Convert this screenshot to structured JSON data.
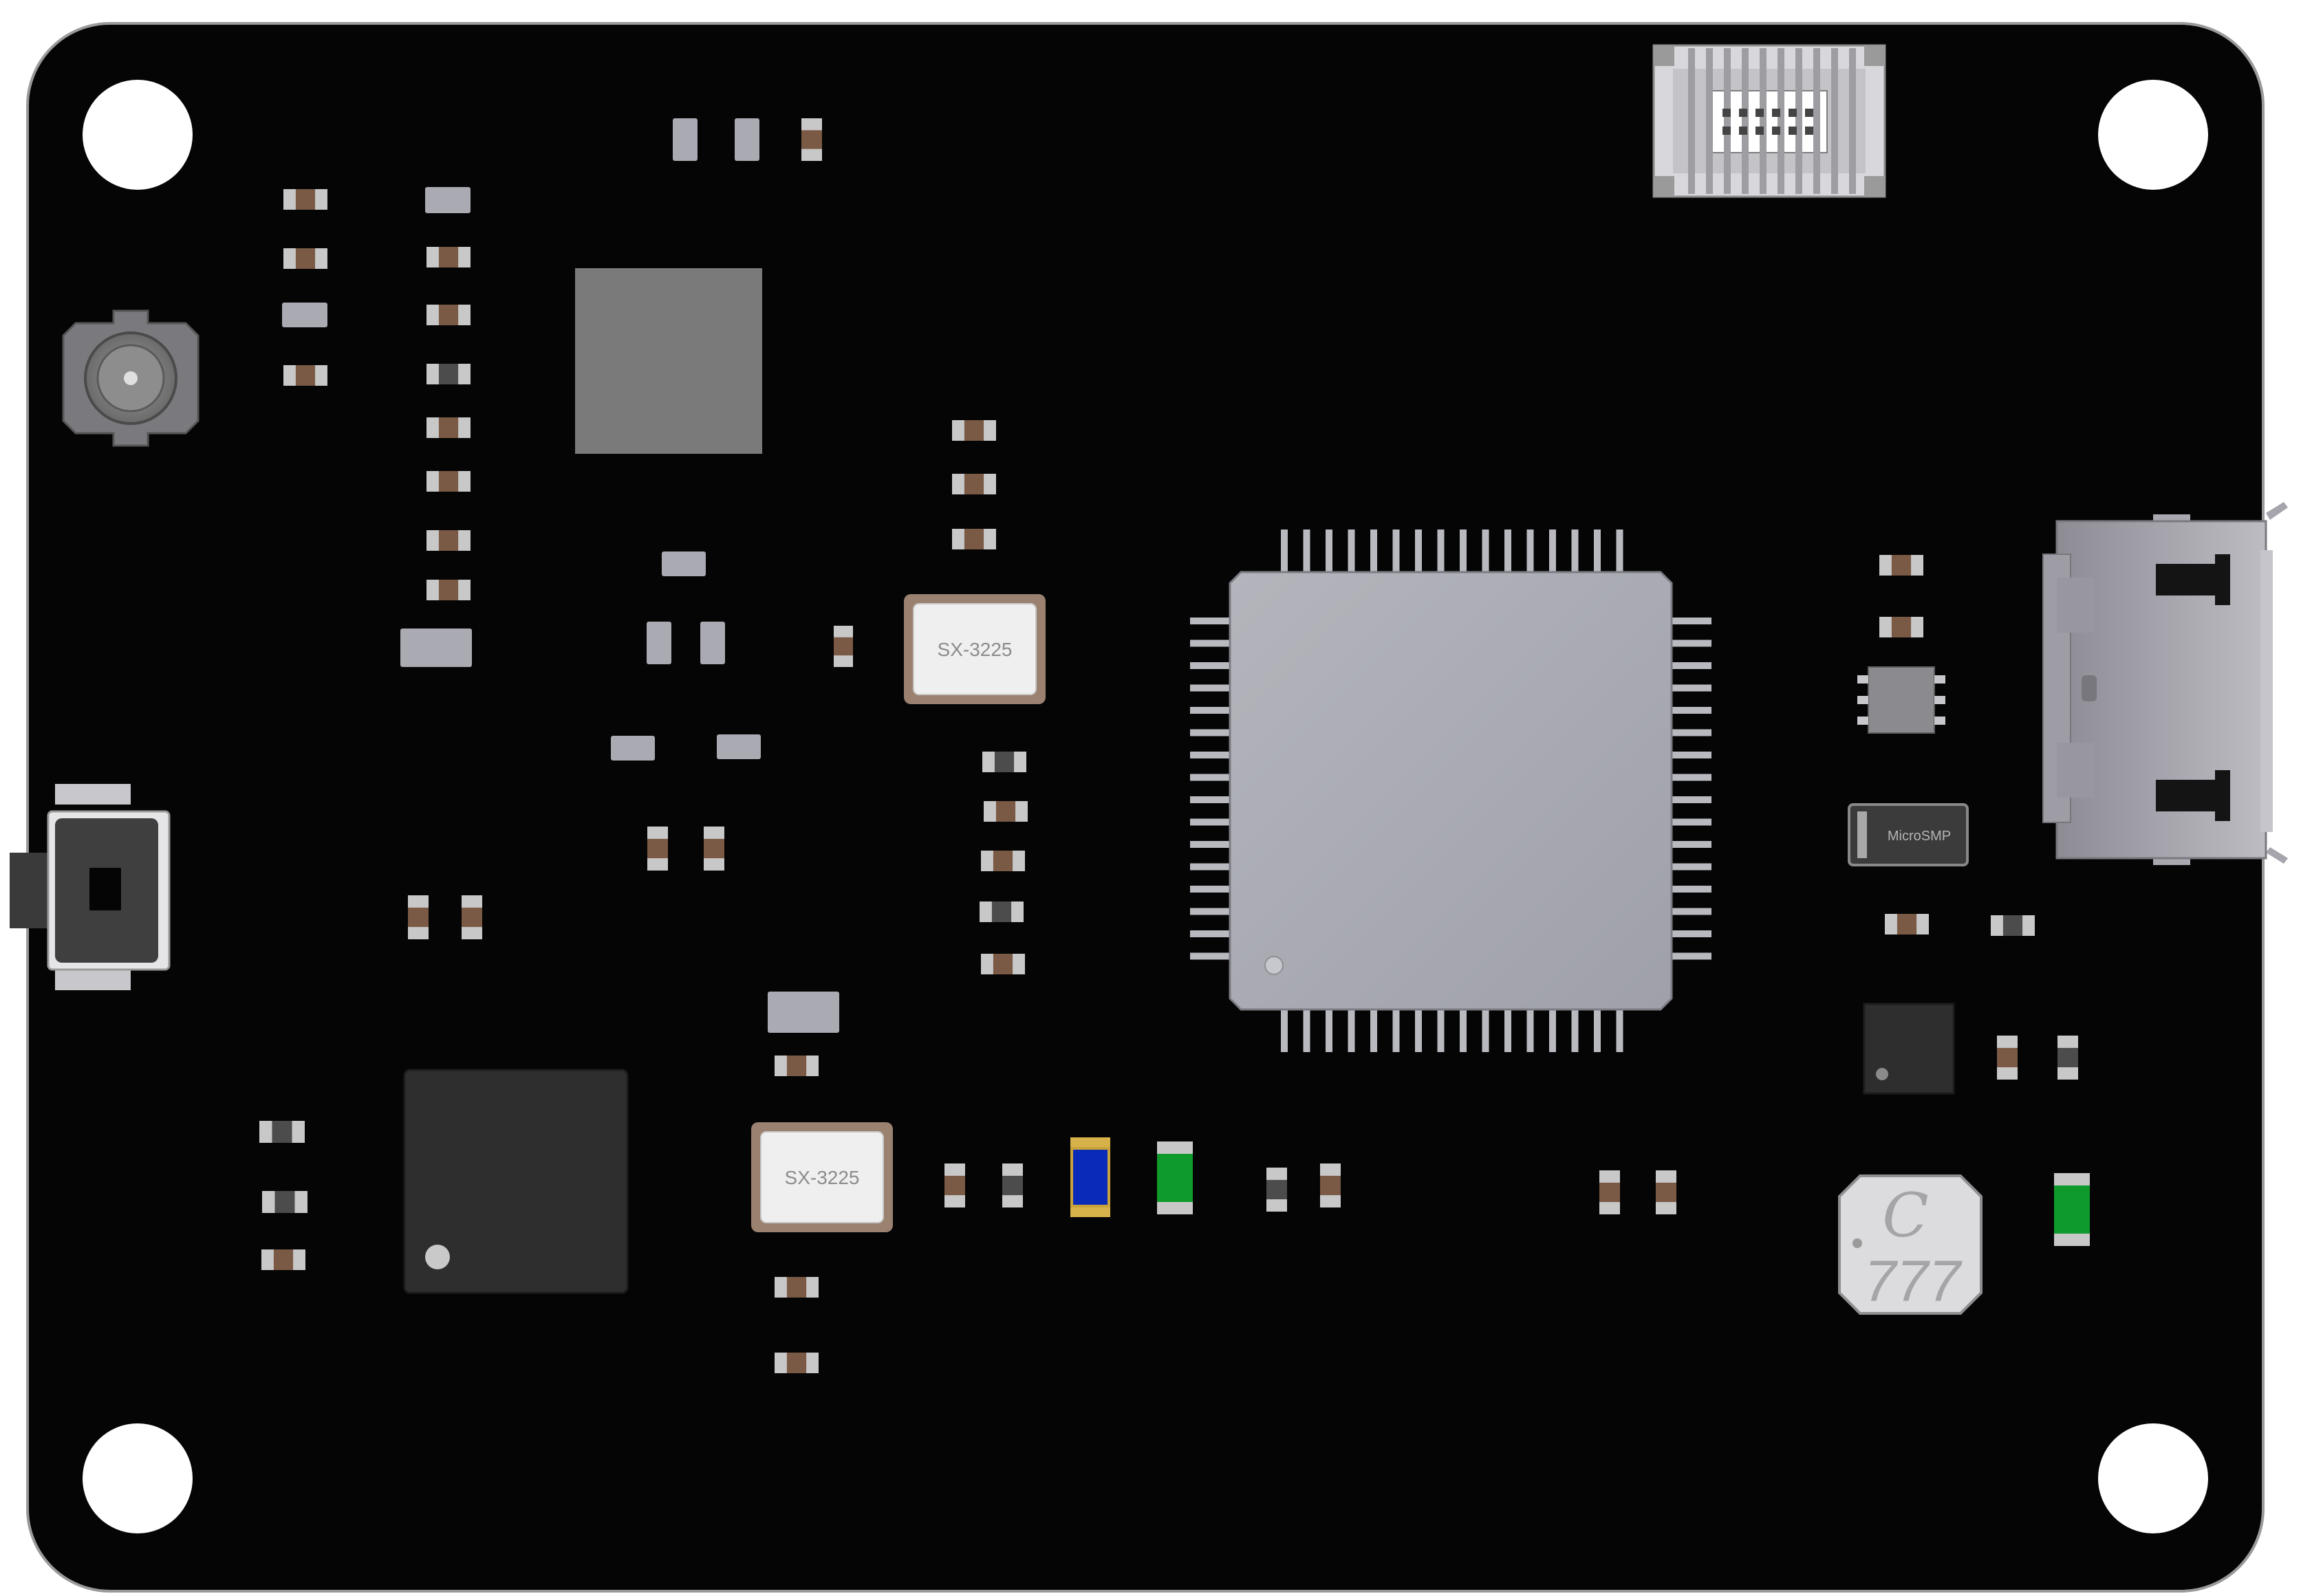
{
  "board": {
    "pcb_color": "#050505",
    "outline_color": "#9a9a9a",
    "hole_color": "#ffffff"
  },
  "crystals": [
    {
      "id": "crystal-upper",
      "marking": "SX-3225"
    },
    {
      "id": "crystal-lower",
      "marking": "SX-3225"
    }
  ],
  "diode": {
    "marking": "MicroSMP"
  },
  "inductor": {
    "logo": "C",
    "marking": "777"
  },
  "leds": [
    {
      "id": "led-blue",
      "color": "#0a2bb8"
    },
    {
      "id": "led-green-1",
      "color": "#0f9a2c"
    },
    {
      "id": "led-green-2",
      "color": "#0f9a2c"
    }
  ],
  "colors": {
    "ceramic_body": "#7a5a45",
    "cap_end": "#c8c8c8",
    "ic_light": "#a9aab2",
    "ic_dark": "#2e2e2e",
    "pin": "#b9bac0",
    "metal": "#a7a6ad"
  }
}
